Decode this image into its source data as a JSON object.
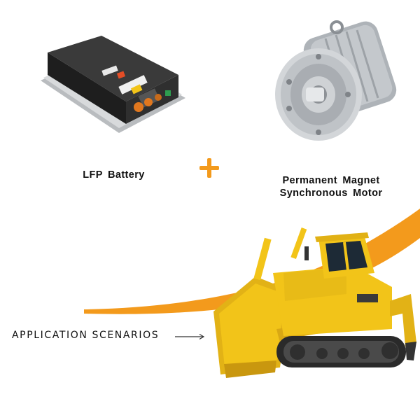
{
  "battery": {
    "label": "LFP Battery"
  },
  "motor": {
    "label_line1": "Permanent Magnet",
    "label_line2": "Synchronous Motor"
  },
  "application": {
    "label": "APPLICATION SCENARIOS"
  },
  "colors": {
    "accent": "#f39a1c",
    "machine_yellow": "#f2c419",
    "battery_body": "#2b2b2b",
    "motor_body": "#c9cdd2"
  },
  "icons": {
    "plus": "plus-icon",
    "arrow": "arrow-right-icon"
  }
}
